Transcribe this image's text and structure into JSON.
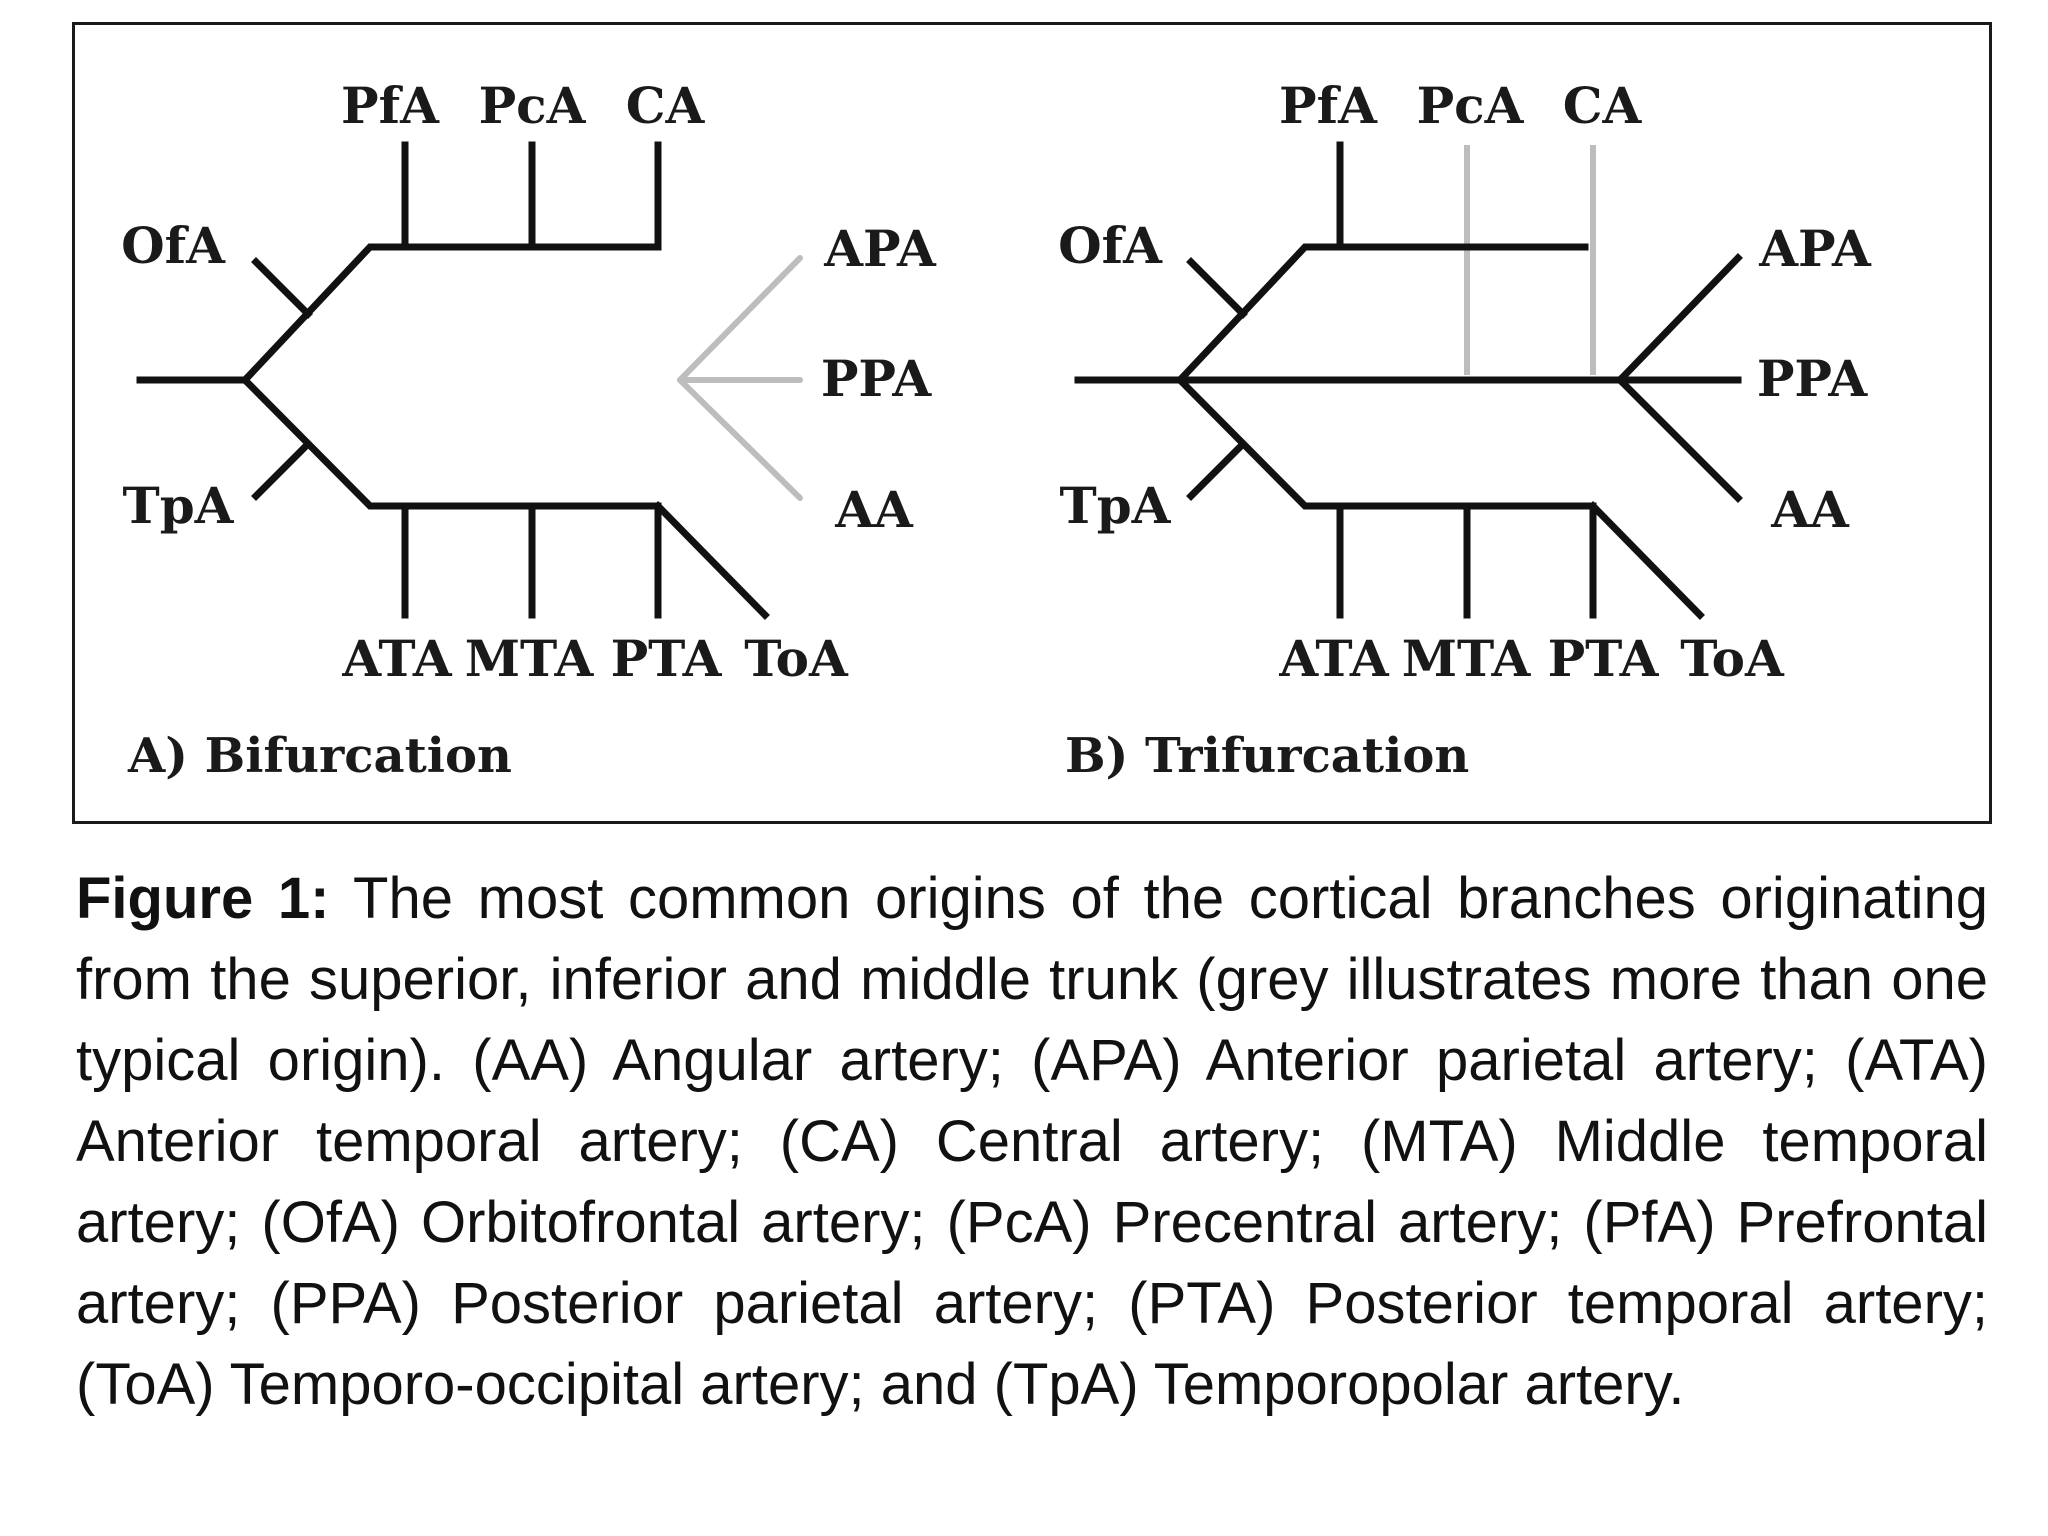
{
  "panels": [
    {
      "title": "A) Bifurcation",
      "labels": {
        "pfa": "PfA",
        "pca": "PcA",
        "ca": "CA",
        "ofa": "OfA",
        "tpa": "TpA",
        "apa": "APA",
        "ppa": "PPA",
        "aa": "AA",
        "ata": "ATA",
        "mta": "MTA",
        "pta": "PTA",
        "toa": "ToA"
      }
    },
    {
      "title": "B) Trifurcation",
      "labels": {
        "pfa": "PfA",
        "pca": "PcA",
        "ca": "CA",
        "ofa": "OfA",
        "tpa": "TpA",
        "apa": "APA",
        "ppa": "PPA",
        "aa": "AA",
        "ata": "ATA",
        "mta": "MTA",
        "pta": "PTA",
        "toa": "ToA"
      }
    }
  ],
  "colors": {
    "branch": "#111111",
    "alternative_origin": "#bdbdbd"
  },
  "caption": {
    "label": "Figure 1:",
    "text": "The most common origins of the cortical branches originating from the superior, inferior and middle trunk (grey illustrates more than one typical origin). (AA) Angular artery; (APA) Anterior parietal artery; (ATA) Anterior temporal artery; (CA) Central artery; (MTA) Middle temporal artery; (OfA) Orbitofrontal artery; (PcA) Precentral artery; (PfA) Prefrontal artery; (PPA) Posterior parietal artery; (PTA) Posterior temporal artery; (ToA) Temporo-occipital artery; and (TpA) Temporopolar artery."
  }
}
